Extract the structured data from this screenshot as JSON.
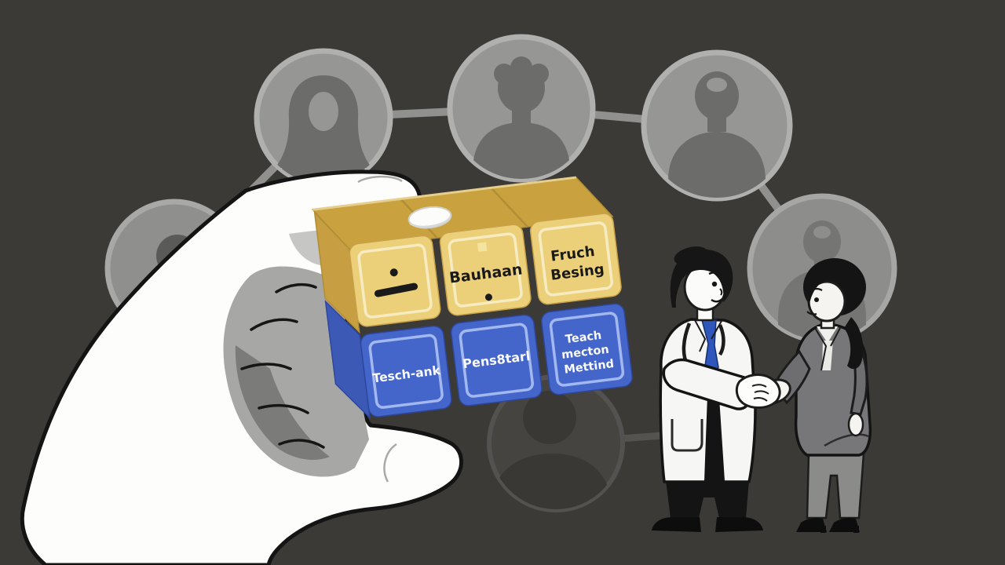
{
  "palette": {
    "background": "#3b3a37",
    "connector": "#90908e",
    "connector_faint": "#54534f",
    "node_fill": "#969694",
    "node_ring": "#b0b0ae",
    "node_silhouette": "#6c6c6a",
    "node_faint_fill": "#454441",
    "node_faint_ring": "#535250",
    "node_faint_silhouette": "#393835",
    "block_yellow_face": "#ecd079",
    "block_yellow_top": "#c9a23f",
    "block_yellow_side": "#c79f42",
    "block_yellow_inner_border": "#f6ebc1",
    "block_blue_face": "#4466cb",
    "block_blue_side": "#3c59b5",
    "block_blue_inner_border": "#a3b8ef",
    "block_text_dark": "#1a1a1a",
    "block_text_light": "#fafafa",
    "hand": "#fdfdfc",
    "outline": "#141414",
    "doctor_coat": "#f6f6f4",
    "doctor_tie": "#2e56bb",
    "doctor_pants": "#141414",
    "patient_suit": "#77777a",
    "patient_pants": "#8b8b89",
    "skin_light": "#f6f4f0"
  },
  "network": {
    "avatar_icons": [
      "woman-avatar-icon",
      "curly-hair-man-avatar-icon",
      "man-avatar-icon",
      "person-avatar-icon",
      "person-avatar-icon",
      "person-avatar-icon"
    ]
  },
  "blocks": {
    "yellow": {
      "cube1_symbol": "dot-dash",
      "cube2": {
        "label": "Bauhaan"
      },
      "cube3": {
        "line1": "Fruch",
        "line2": "Besing"
      }
    },
    "blue": {
      "cube4": {
        "label": "Tesch-ank"
      },
      "cube5": {
        "label": "Pens8tarl"
      },
      "cube6": {
        "line1": "Teach",
        "line2": "mecton",
        "line3": "Mettind"
      }
    }
  },
  "figures": {
    "doctor_icon": "doctor-figure",
    "patient_icon": "patient-figure",
    "handshake_icon": "handshake"
  }
}
